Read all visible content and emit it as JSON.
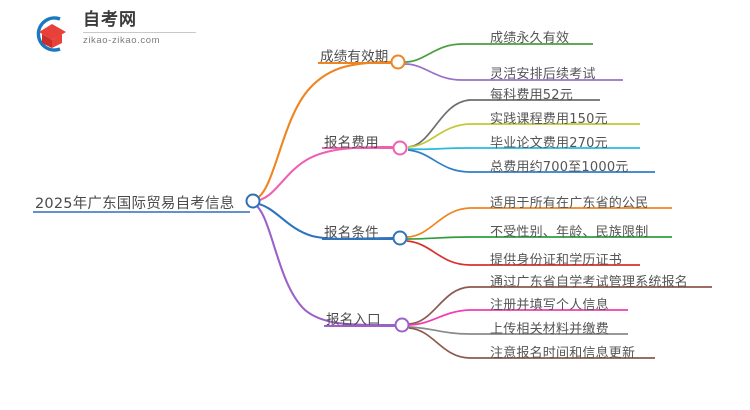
{
  "logo": {
    "name_cn": "自考网",
    "url": "zikao-zikao.com",
    "mark_arc_color": "#1878c4",
    "mark_book_color": "#e8413a"
  },
  "mindmap": {
    "root": {
      "label": "2025年广东国际贸易自考信息",
      "color": "#2f6fb5"
    },
    "branches": [
      {
        "label": "成绩有效期",
        "color": "#ef8421",
        "children": [
          {
            "label": "成绩永久有效",
            "color": "#4a9e3f"
          },
          {
            "label": "灵活安排后续考试",
            "color": "#9a70c8"
          }
        ]
      },
      {
        "label": "报名费用",
        "color": "#ef5fb0",
        "children": [
          {
            "label": "每科费用52元",
            "color": "#6e6e6e"
          },
          {
            "label": "实践课程费用150元",
            "color": "#c3c733"
          },
          {
            "label": "毕业论文费用270元",
            "color": "#2bb9e0"
          },
          {
            "label": "总费用约700至1000元",
            "color": "#2f7fc6"
          }
        ]
      },
      {
        "label": "报名条件",
        "color": "#2f73bd",
        "children": [
          {
            "label": "适用于所有在广东省的公民",
            "color": "#ef8421"
          },
          {
            "label": "不受性别、年龄、民族限制",
            "color": "#2f9e3f"
          },
          {
            "label": "提供身份证和学历证书",
            "color": "#d9302c"
          }
        ]
      },
      {
        "label": "报名入口",
        "color": "#9b61c9",
        "children": [
          {
            "label": "通过广东省自学考试管理系统报名",
            "color": "#8d5a4f"
          },
          {
            "label": "注册并填写个人信息",
            "color": "#ef3fb0"
          },
          {
            "label": "上传相关材料并缴费",
            "color": "#8a8a8a"
          },
          {
            "label": "注意报名时间和信息更新",
            "color": "#8d5a4f"
          }
        ]
      }
    ]
  }
}
